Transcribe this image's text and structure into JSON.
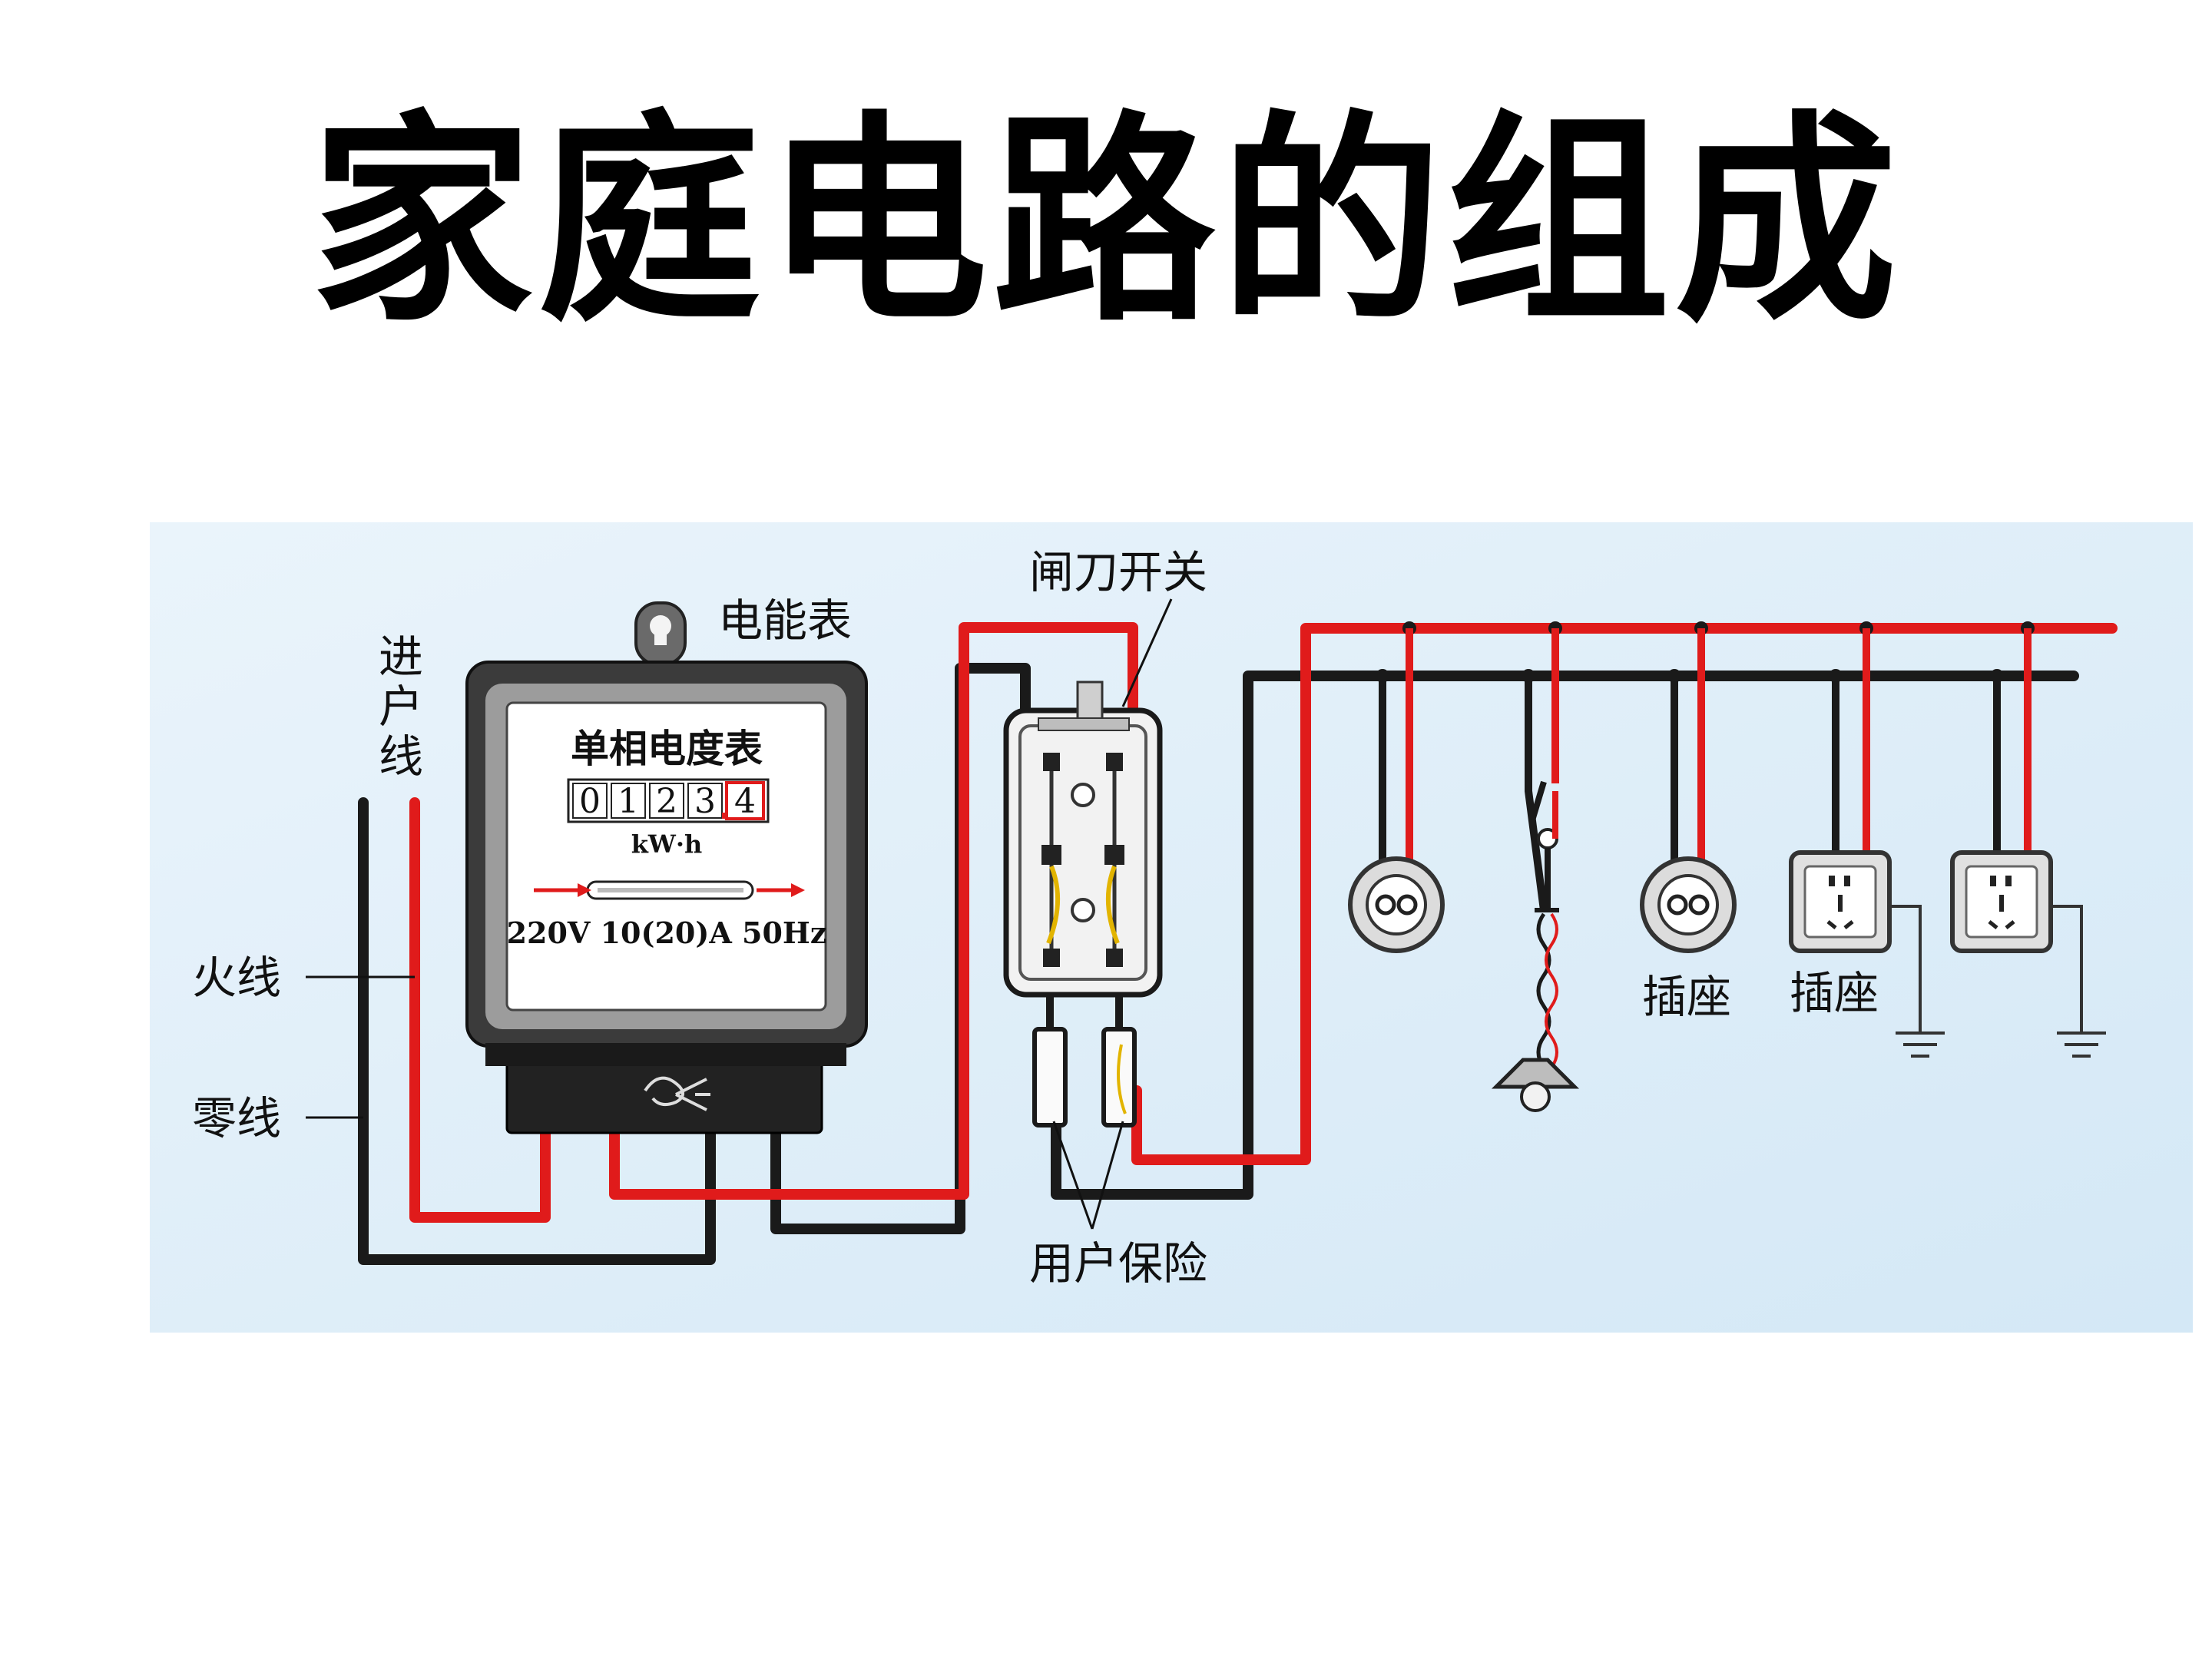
{
  "title": "家庭电路的组成",
  "colors": {
    "live": "#e01b1b",
    "neutral": "#1a1a1a",
    "panel_bg": "#e6f2fb"
  },
  "labels": {
    "incoming_line": [
      "进",
      "户",
      "线"
    ],
    "live_wire": "火线",
    "neutral_wire": "零线",
    "meter": "电能表",
    "knife_switch": "闸刀开关",
    "user_fuse": "用户保险",
    "socket_1": "插座",
    "socket_2": "插座"
  },
  "meter": {
    "name": "单相电度表",
    "digits": [
      "0",
      "1",
      "2",
      "3",
      "4"
    ],
    "unit": "kW·h",
    "rating": "220V 10(20)A 50Hz"
  }
}
